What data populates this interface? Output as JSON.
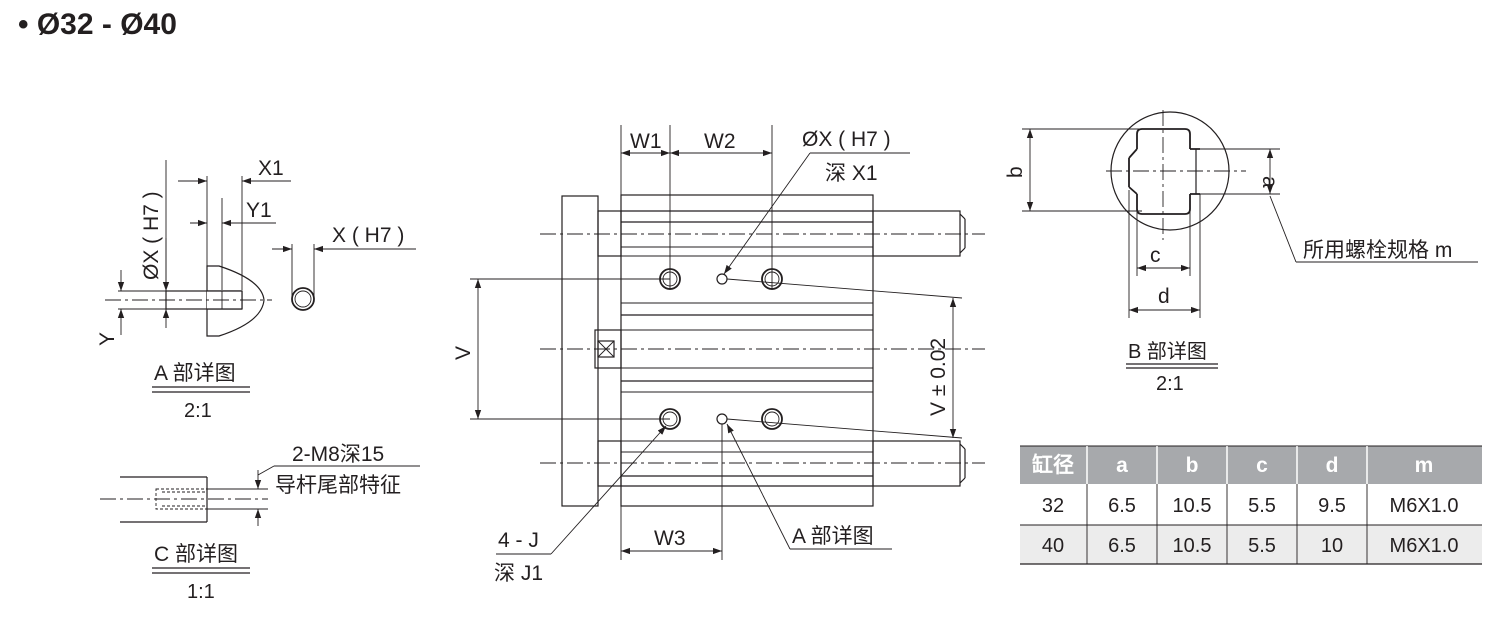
{
  "title": "• Ø32 - Ø40",
  "detail_a": {
    "x1": "X1",
    "y1": "Y1",
    "ox_h7": "ØX ( H7 )",
    "x_h7": "X ( H7 )",
    "y": "Y",
    "caption": "A 部详图",
    "scale": "2:1"
  },
  "detail_c": {
    "note1": "2-M8深15",
    "note2": "导杆尾部特征",
    "caption": "C 部详图",
    "scale": "1:1"
  },
  "main_view": {
    "w1": "W1",
    "w2": "W2",
    "w3": "W3",
    "ox_h7": "ØX ( H7 )",
    "depth_x1": "深 X1",
    "v": "V",
    "v_tol": "V ± 0.02",
    "j": "4 - J",
    "depth_j1": "深 J1",
    "a_detail": "A 部详图"
  },
  "detail_b": {
    "b": "b",
    "a": "a",
    "c": "c",
    "d": "d",
    "bolt": "所用螺栓规格 m",
    "caption": "B 部详图",
    "scale": "2:1"
  },
  "table": {
    "headers": [
      "缸径",
      "a",
      "b",
      "c",
      "d",
      "m"
    ],
    "rows": [
      [
        "32",
        "6.5",
        "10.5",
        "5.5",
        "9.5",
        "M6X1.0"
      ],
      [
        "40",
        "6.5",
        "10.5",
        "5.5",
        "10",
        "M6X1.0"
      ]
    ]
  }
}
